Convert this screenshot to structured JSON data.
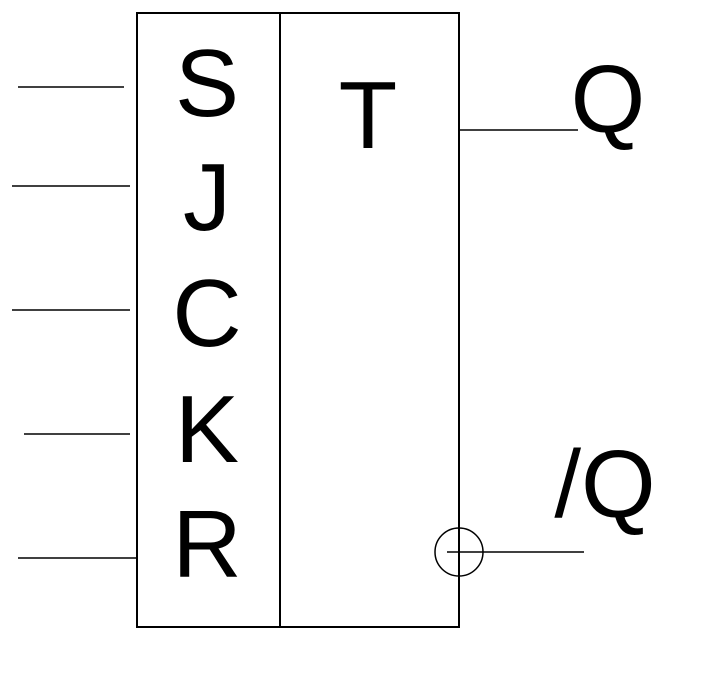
{
  "block": {
    "function_label": "T"
  },
  "inputs": [
    "S",
    "J",
    "C",
    "K",
    "R"
  ],
  "outputs": {
    "q": "Q",
    "q_inverted": "/Q"
  },
  "colors": {
    "line": "#000000",
    "background": "#ffffff"
  }
}
